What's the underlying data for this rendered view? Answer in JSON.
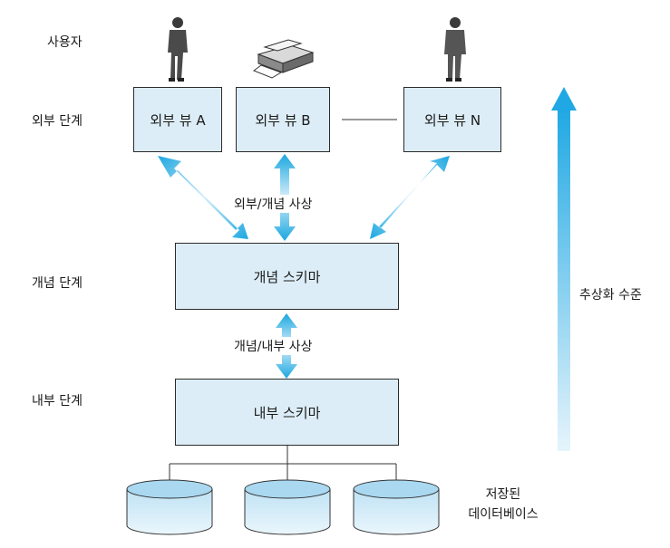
{
  "levels": {
    "user": "사용자",
    "external": "외부 단계",
    "conceptual": "개념 단계",
    "internal": "내부 단계"
  },
  "views": {
    "a": "외부 뷰 A",
    "b": "외부 뷰 B",
    "n": "외부 뷰 N"
  },
  "schemas": {
    "conceptual": "개념 스키마",
    "internal": "내부 스키마"
  },
  "mappings": {
    "external_conceptual": "외부/개념 사상",
    "conceptual_internal": "개념/내부 사상"
  },
  "abstraction_label": "추상화 수준",
  "database": {
    "line1": "저장된",
    "line2": "데이터베이스"
  },
  "icons": [
    "person-icon",
    "printer-icon",
    "person-icon"
  ],
  "colors": {
    "box_fill": "#dcedf7",
    "arrow_dark": "#1aa7e0",
    "arrow_light": "#d6eefa",
    "abstraction_arrow": "#1fa8e3"
  }
}
